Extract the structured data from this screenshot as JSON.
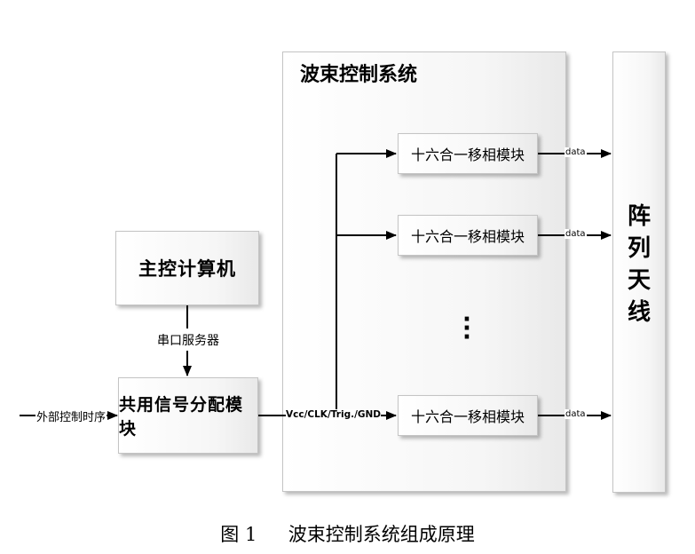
{
  "system_title": "波束控制系统",
  "array_antenna_label": "阵列天线",
  "main_computer_label": "主控计算机",
  "serial_server_label": "串口服务器",
  "signal_module_label": "共用信号分配模块",
  "external_timing_label": "外部控制时序",
  "bus_signal_label": "Vcc/CLK/Trig./GND",
  "phase_modules": [
    {
      "label": "十六合一移相模块",
      "output_label": "data"
    },
    {
      "label": "十六合一移相模块",
      "output_label": "data"
    },
    {
      "label": "十六合一移相模块",
      "output_label": "data"
    }
  ],
  "caption": {
    "figure_no": "图 1",
    "text": "波束控制系统组成原理"
  }
}
